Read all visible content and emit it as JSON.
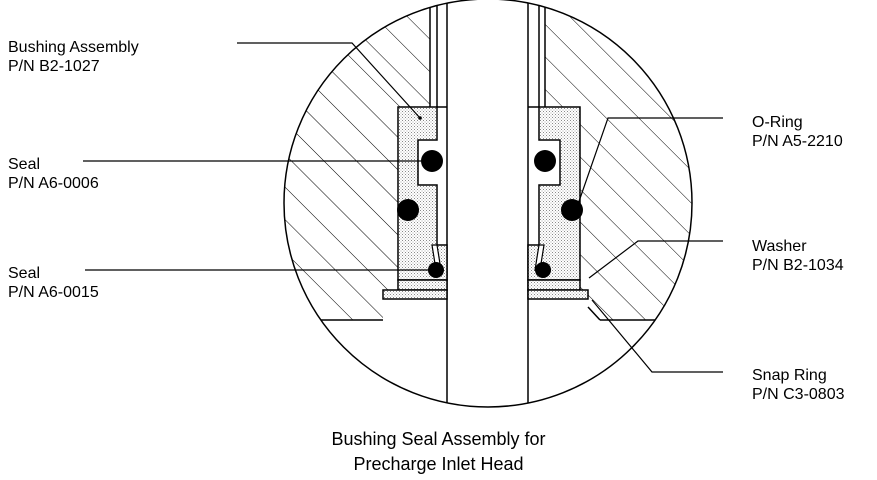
{
  "labels": {
    "bushing_assembly": {
      "name": "Bushing Assembly",
      "pn": "P/N B2-1027"
    },
    "seal_upper": {
      "name": "Seal",
      "pn": "P/N A6-0006"
    },
    "seal_lower": {
      "name": "Seal",
      "pn": "P/N A6-0015"
    },
    "o_ring": {
      "name": "O-Ring",
      "pn": "P/N A5-2210"
    },
    "washer": {
      "name": "Washer",
      "pn": "P/N B2-1034"
    },
    "snap_ring": {
      "name": "Snap Ring",
      "pn": "P/N C3-0803"
    }
  },
  "caption": {
    "line1": "Bushing Seal Assembly for",
    "line2": "Precharge Inlet Head"
  },
  "colors": {
    "line": "#000000",
    "stipple": "#9a9a9a",
    "background": "#ffffff"
  }
}
